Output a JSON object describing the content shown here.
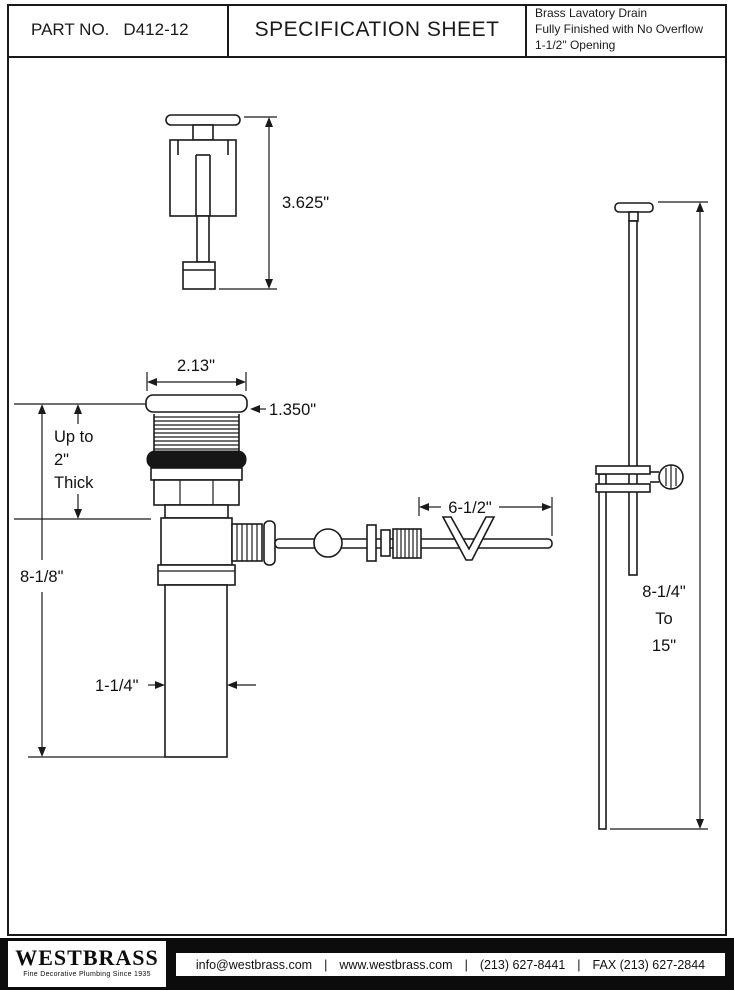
{
  "header": {
    "part_label": "PART NO.",
    "part_number": "D412-12",
    "title": "SPECIFICATION SHEET",
    "product_lines": [
      "Brass Lavatory Drain",
      "Fully Finished with No Overflow",
      "1-1/2\" Opening"
    ]
  },
  "dimensions": {
    "stopper_height": "3.625\"",
    "flange_diameter": "2.13\"",
    "flange_height": "1.350\"",
    "deck_thickness": [
      "Up to",
      "2\"",
      "Thick"
    ],
    "overall_height": "8-1/8\"",
    "tailpiece_diameter": "1-1/4\"",
    "pivot_rod_length": "6-1/2\"",
    "lift_rod_range": [
      "8-1/4\"",
      "To",
      "15\""
    ]
  },
  "footer": {
    "brand": "WESTBRASS",
    "tagline": "Fine Decorative Plumbing Since 1935",
    "contact_items": [
      "info@westbrass.com",
      "www.westbrass.com",
      "(213) 627-8441",
      "FAX (213) 627-2844"
    ],
    "separator": "|"
  },
  "colors": {
    "ink": "#1a1a1a",
    "footer_bar": "#0c0c0c",
    "paper": "#ffffff"
  }
}
